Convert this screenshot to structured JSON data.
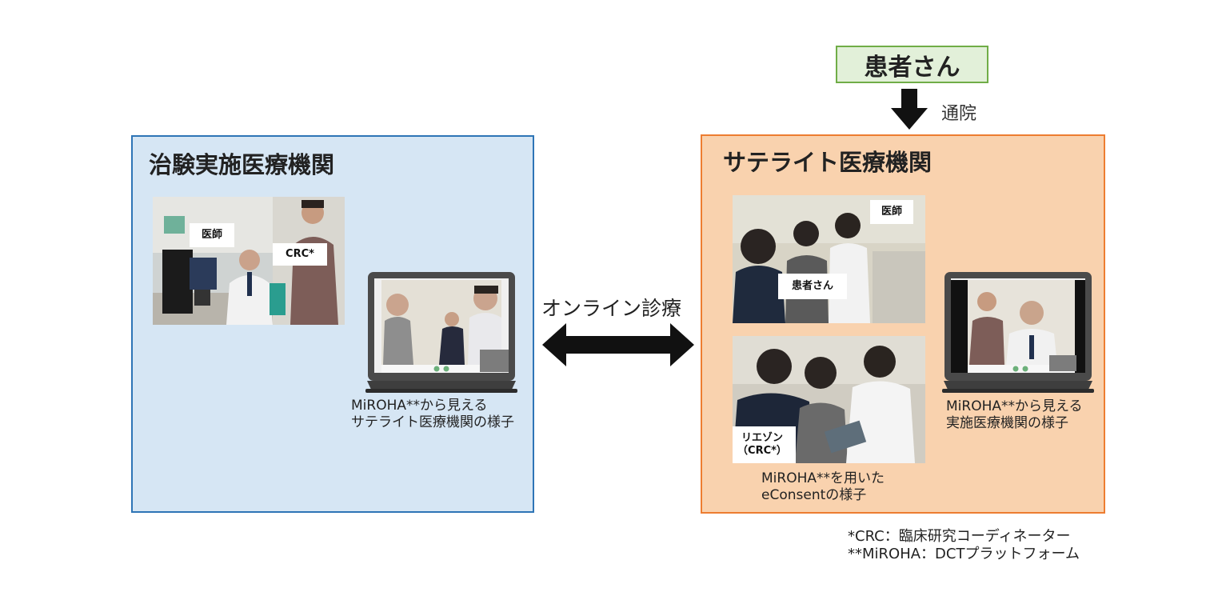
{
  "patient": {
    "label": "患者さん",
    "arrow_label": "通院"
  },
  "left_institution": {
    "title": "治験実施医療機関",
    "photo_labels": {
      "doctor": "医師",
      "crc": "CRC*"
    },
    "laptop_caption": [
      "MiROHA**から見える",
      "サテライト医療機関の様子"
    ]
  },
  "online": {
    "label": "オンライン診療"
  },
  "right_institution": {
    "title": "サテライト医療機関",
    "photo1_labels": {
      "doctor": "医師",
      "patient": "患者さん"
    },
    "photo2_labels": {
      "liaison_line1": "リエゾン",
      "liaison_line2": "（CRC*）"
    },
    "photo2_caption": [
      "MiROHA**を用いた",
      "eConsentの様子"
    ],
    "laptop_caption": [
      "MiROHA**から見える",
      "実施医療機関の様子"
    ]
  },
  "footnotes": [
    "*CRC：臨床研究コーディネーター",
    "**MiROHA：DCTプラットフォーム"
  ],
  "colors": {
    "left_fill": "#d6e6f4",
    "left_border": "#2e75b6",
    "right_fill": "#f9d2ae",
    "right_border": "#ed7d31",
    "patient_fill": "#e2f0d9",
    "patient_border": "#70ad47"
  }
}
